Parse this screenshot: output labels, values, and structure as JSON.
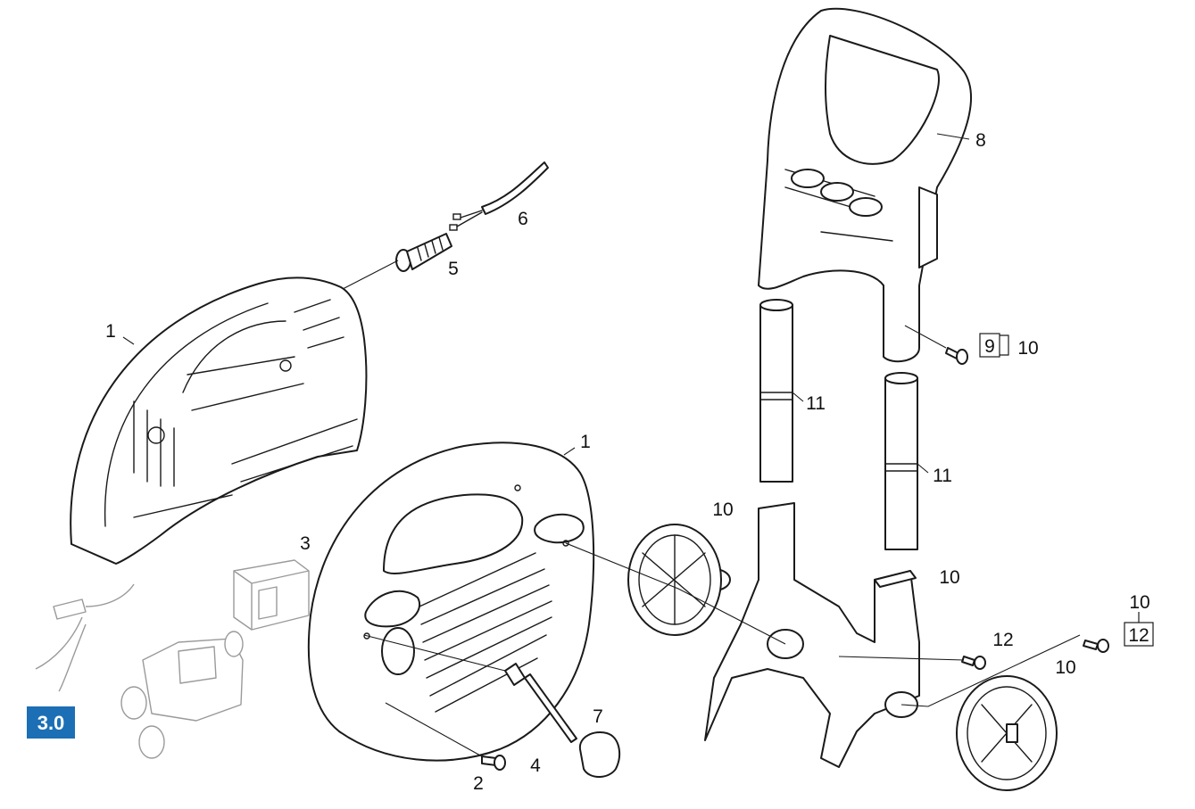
{
  "diagram": {
    "section_badge": {
      "text": "3.0",
      "color": "#1c6fb5"
    },
    "callouts": [
      {
        "id": "1a",
        "label": "1"
      },
      {
        "id": "1b",
        "label": "1"
      },
      {
        "id": "2",
        "label": "2"
      },
      {
        "id": "3",
        "label": "3"
      },
      {
        "id": "4",
        "label": "4"
      },
      {
        "id": "5",
        "label": "5"
      },
      {
        "id": "6",
        "label": "6"
      },
      {
        "id": "7",
        "label": "7"
      },
      {
        "id": "8",
        "label": "8"
      },
      {
        "id": "9",
        "label": "9"
      },
      {
        "id": "9-ref",
        "label": "10"
      },
      {
        "id": "10-wheel-left",
        "label": "10"
      },
      {
        "id": "10-frame",
        "label": "10"
      },
      {
        "id": "10-wheel-right",
        "label": "10"
      },
      {
        "id": "10-top",
        "label": "10"
      },
      {
        "id": "11a",
        "label": "11"
      },
      {
        "id": "11b",
        "label": "11"
      },
      {
        "id": "12a",
        "label": "12"
      },
      {
        "id": "12b",
        "label": "12"
      }
    ]
  }
}
